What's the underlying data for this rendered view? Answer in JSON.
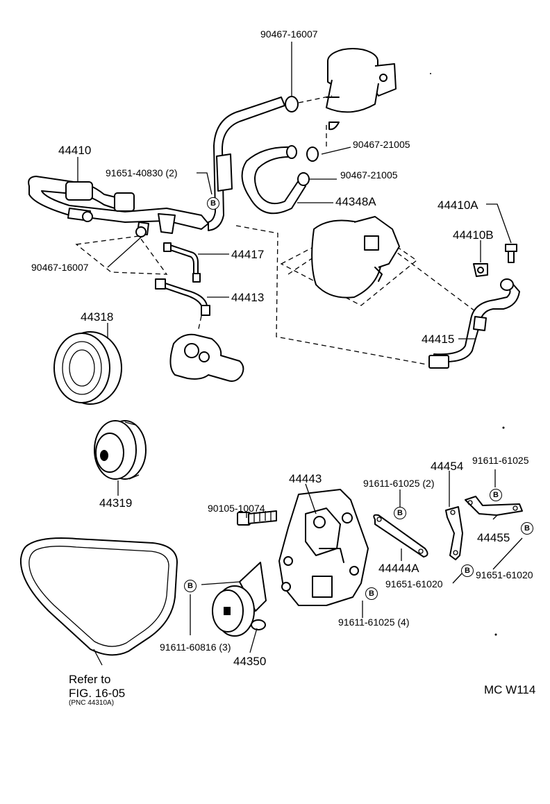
{
  "diagram_code": "MC W114",
  "marker_letter": "B",
  "labels": {
    "p90467_16007_top": "90467-16007",
    "p90467_21005_a": "90467-21005",
    "p90467_21005_b": "90467-21005",
    "p44348A": "44348A",
    "p44410": "44410",
    "p91651_40830": "91651-40830 (2)",
    "p90467_16007_left": "90467-16007",
    "p44417": "44417",
    "p44413": "44413",
    "p44410A": "44410A",
    "p44410B": "44410B",
    "p44415": "44415",
    "p44318": "44318",
    "p44319": "44319",
    "p44443": "44443",
    "p90105_10074": "90105-10074",
    "p91611_61025_2": "91611-61025 (2)",
    "p44454": "44454",
    "p91611_61025_r": "91611-61025",
    "p44444A": "44444A",
    "p44455": "44455",
    "p91651_61020_a": "91651-61020",
    "p91651_61020_b": "91651-61020",
    "p91611_61025_4": "91611-61025 (4)",
    "p91611_60816": "91611-60816 (3)",
    "p44350": "44350"
  },
  "belt_note": {
    "line1": "Refer to",
    "line2": "FIG. 16-05",
    "line3": "(PNC 44310A)"
  }
}
